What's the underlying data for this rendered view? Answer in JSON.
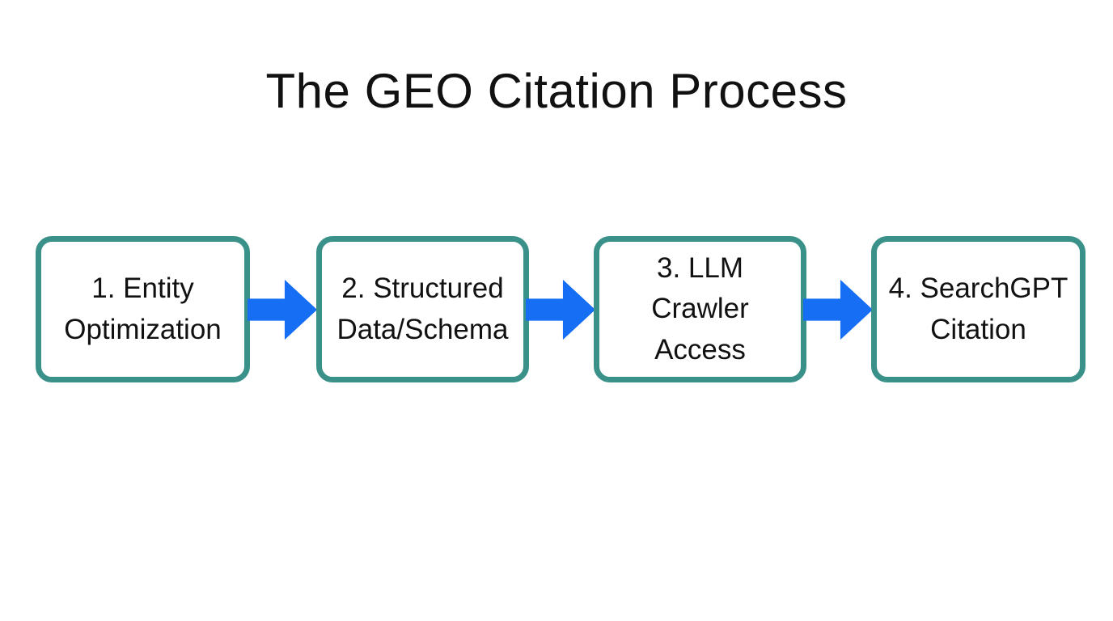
{
  "title": "The GEO Citation Process",
  "colors": {
    "box-border": "#3A9189",
    "arrow": "#156EF3",
    "text": "#111111",
    "background": "#FFFFFF"
  },
  "flow": {
    "steps": [
      {
        "label_lines": [
          "1. Entity",
          "Optimization"
        ]
      },
      {
        "label_lines": [
          "2. Structured",
          "Data/Schema"
        ]
      },
      {
        "label_lines": [
          "3. LLM",
          "Crawler",
          "Access"
        ]
      },
      {
        "label_lines": [
          "4. SearchGPT",
          "Citation"
        ]
      }
    ],
    "connector_icon": "arrow-right-icon"
  }
}
